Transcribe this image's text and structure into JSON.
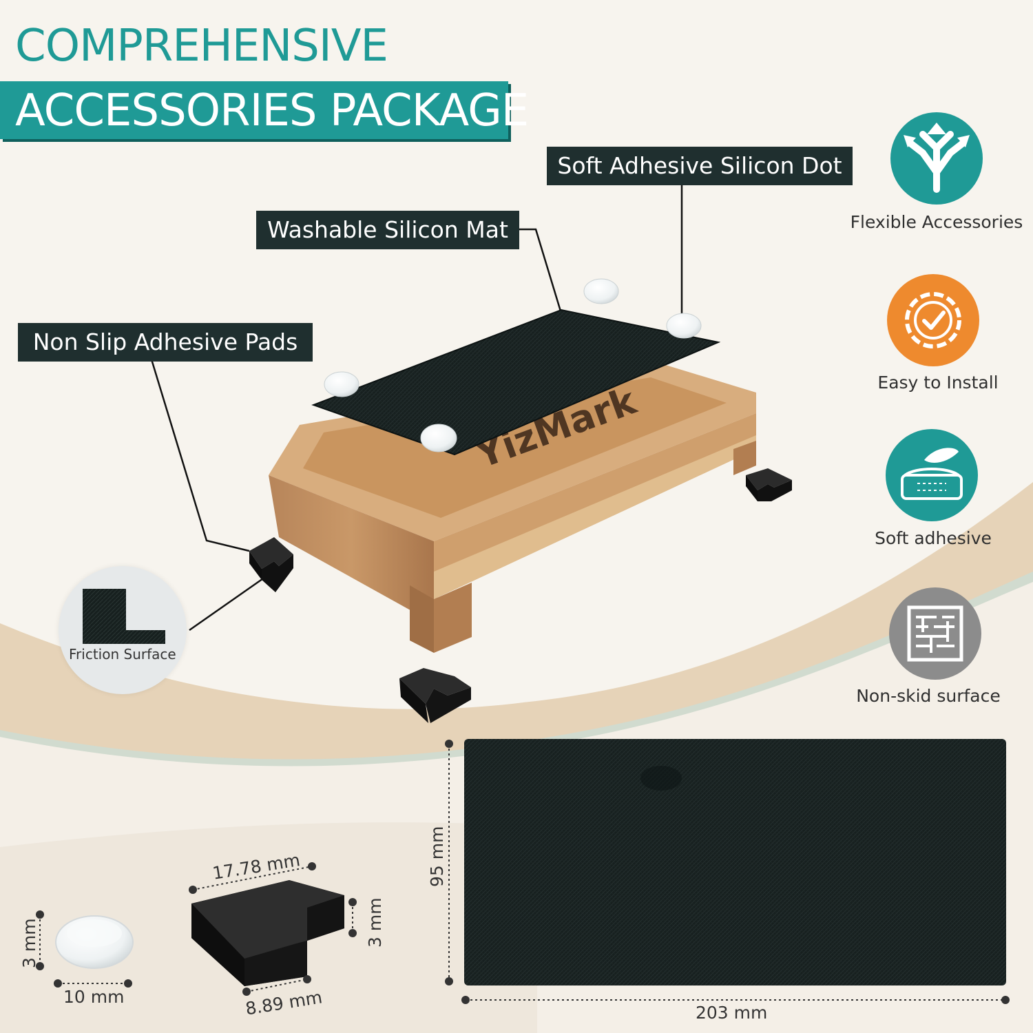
{
  "title": {
    "line1": "COMPREHENSIVE",
    "line2": "ACCESSORIES PACKAGE"
  },
  "callouts": {
    "dot": "Soft Adhesive Silicon Dot",
    "mat": "Washable Silicon Mat",
    "pads": "Non Slip Adhesive Pads"
  },
  "friction_label": "Friction Surface",
  "features": [
    {
      "label": "Flexible Accessories",
      "icon": "split-arrows-icon",
      "color": "#1f9a96"
    },
    {
      "label": "Easy to Install",
      "icon": "gear-check-icon",
      "color": "#ee8a2e"
    },
    {
      "label": "Soft adhesive",
      "icon": "mattress-feather-icon",
      "color": "#1f9a96"
    },
    {
      "label": "Non-skid surface",
      "icon": "maze-grid-icon",
      "color": "#8c8c8c"
    }
  ],
  "brand": "YizMark",
  "dimensions": {
    "dot_height": "3 mm",
    "dot_diameter": "10 mm",
    "pad_length": "17.78 mm",
    "pad_height": "3 mm",
    "pad_width": "8.89 mm",
    "mat_height": "95 mm",
    "mat_width": "203 mm"
  },
  "colors": {
    "teal": "#1f9a96",
    "orange": "#ee8a2e",
    "gray": "#8c8c8c",
    "dark_label": "#1f2f2f"
  }
}
